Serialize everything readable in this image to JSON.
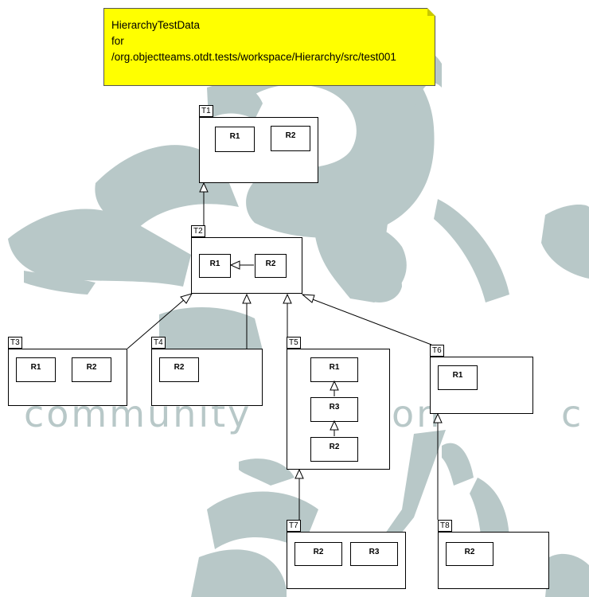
{
  "note": {
    "lines": [
      "HierarchyTestData",
      "for",
      "/org.objectteams.otdt.tests/workspace/Hierarchy/src/test001"
    ],
    "color": "#ffff00"
  },
  "watermark": {
    "text_1": "community",
    "text_2": "ition",
    "text_3": "c",
    "color": "#b8c8c8"
  },
  "teams": {
    "t1": {
      "name": "T1",
      "roles": [
        "R1",
        "R2"
      ]
    },
    "t2": {
      "name": "T2",
      "roles": [
        "R1",
        "R2"
      ]
    },
    "t3": {
      "name": "T3",
      "roles": [
        "R1",
        "R2"
      ]
    },
    "t4": {
      "name": "T4",
      "roles": [
        "R2"
      ]
    },
    "t5": {
      "name": "T5",
      "roles": [
        "R1",
        "R3",
        "R2"
      ]
    },
    "t6": {
      "name": "T6",
      "roles": [
        "R1"
      ]
    },
    "t7": {
      "name": "T7",
      "roles": [
        "R2",
        "R3"
      ]
    },
    "t8": {
      "name": "T8",
      "roles": [
        "R2"
      ]
    }
  }
}
